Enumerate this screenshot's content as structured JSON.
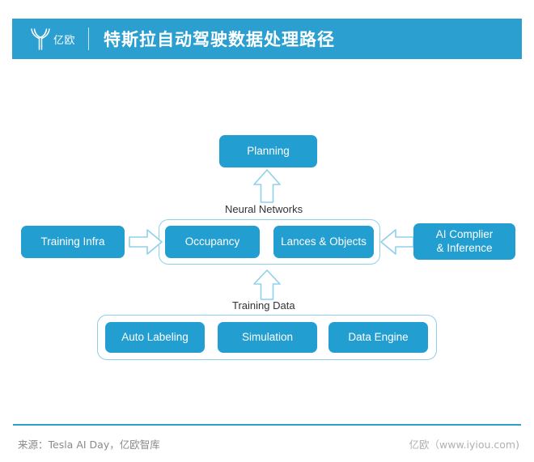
{
  "header": {
    "logo_icon": "yiou-y-logo-icon",
    "logo_text": "亿欧",
    "title": "特斯拉自动驾驶数据处理路径",
    "background_color": "#2a9fd0"
  },
  "diagram": {
    "accent_color": "#229ed0",
    "outline_color": "#8fd0ea",
    "nodes": {
      "planning": "Planning",
      "training_infra": "Training Infra",
      "occupancy": "Occupancy",
      "lanes_objects": "Lances & Objects",
      "ai_compiler_line1": "AI Complier",
      "ai_compiler_line2": "& Inference",
      "auto_labeling": "Auto Labeling",
      "simulation": "Simulation",
      "data_engine": "Data Engine"
    },
    "edge_labels": {
      "neural_networks": "Neural Networks",
      "training_data": "Training Data"
    },
    "arrows": [
      {
        "name": "arrow-up-to-planning",
        "direction": "up"
      },
      {
        "name": "arrow-up-to-neural-networks",
        "direction": "up"
      },
      {
        "name": "arrow-right-from-training-infra",
        "direction": "right"
      },
      {
        "name": "arrow-left-from-ai-compiler",
        "direction": "left"
      }
    ]
  },
  "footer": {
    "source": "来源：Tesla AI Day，亿欧智库",
    "brand": "亿欧（www.iyiou.com)",
    "rule_color": "#2a9fd0"
  }
}
